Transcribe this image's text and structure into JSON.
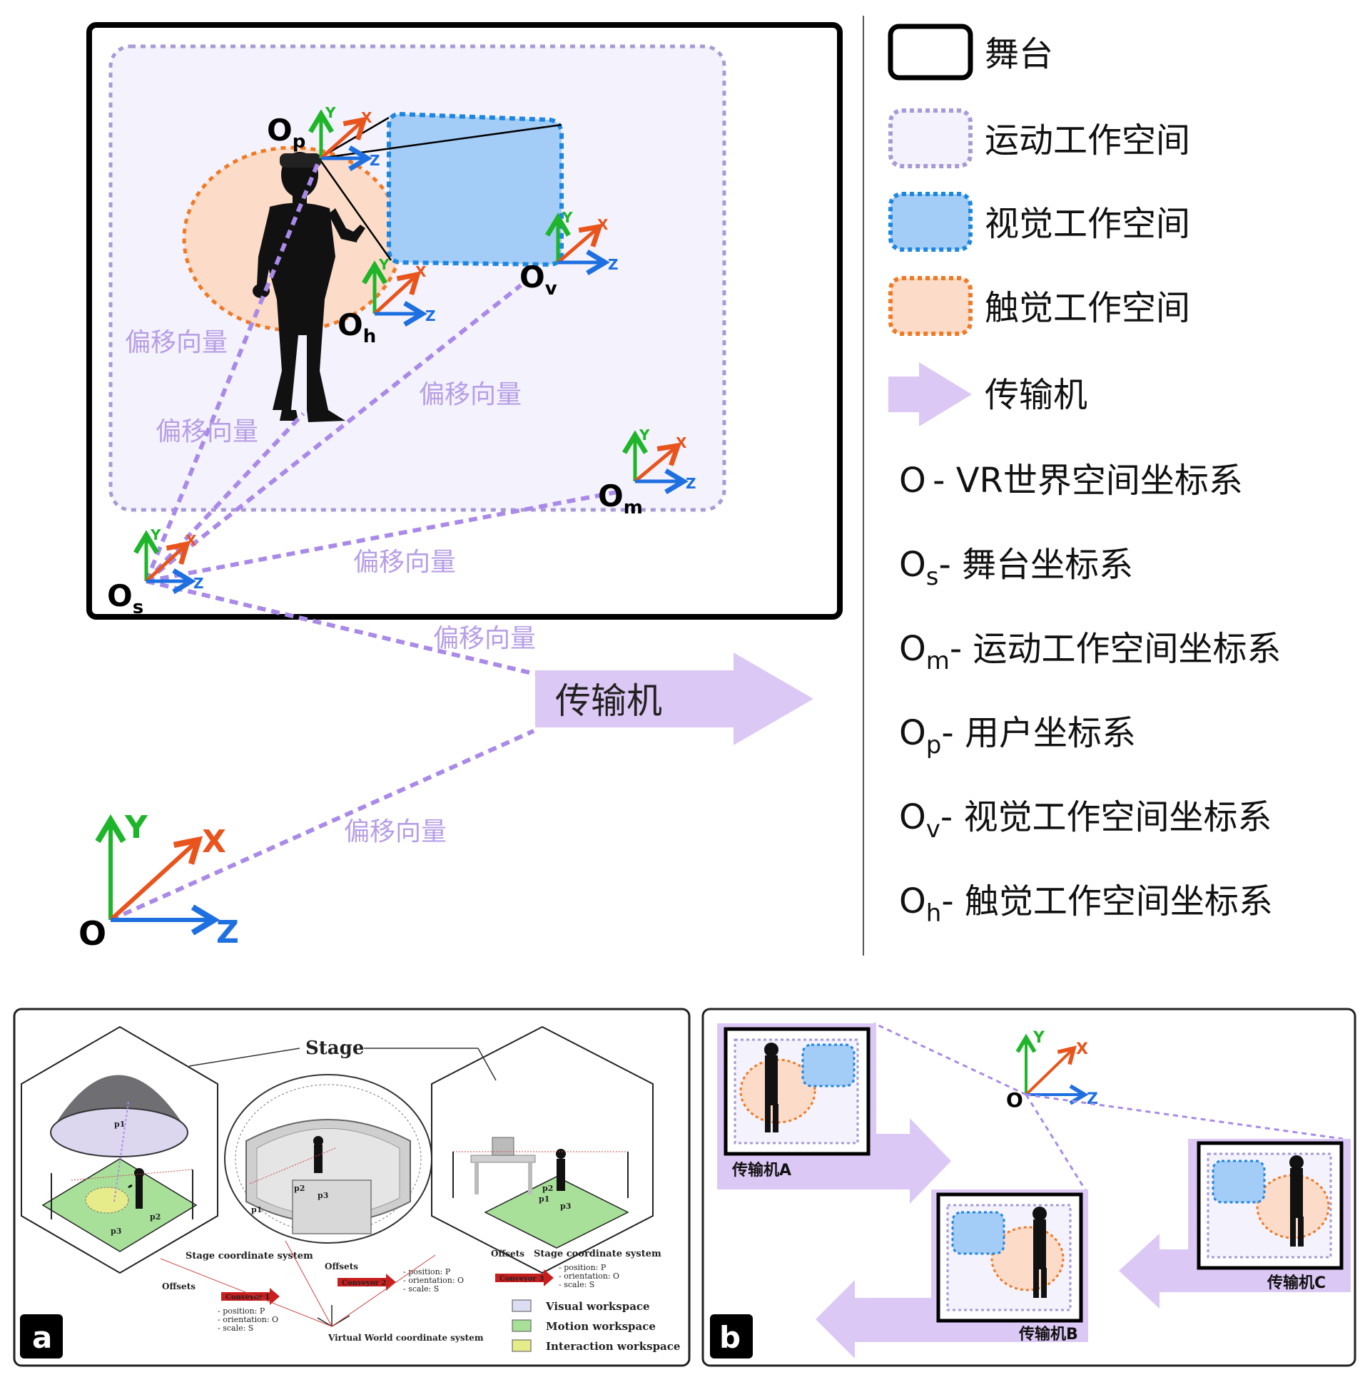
{
  "top_diagram": {
    "offset_label": "偏移向量",
    "conveyor_label": "传输机",
    "origins": {
      "world": "O",
      "stage": "Os",
      "user": "Op",
      "haptic": "Oh",
      "visual": "Ov",
      "motion": "Om"
    },
    "axes": {
      "x": "X",
      "y": "Y",
      "z": "Z"
    }
  },
  "legend": {
    "items": [
      {
        "label": "舞台",
        "kind": "stage"
      },
      {
        "label": "运动工作空间",
        "kind": "motion"
      },
      {
        "label": "视觉工作空间",
        "kind": "visual"
      },
      {
        "label": "触觉工作空间",
        "kind": "haptic"
      },
      {
        "label": "传输机",
        "kind": "conveyor"
      }
    ],
    "coords": [
      {
        "sym": "O",
        "sub": "",
        "text": "- VR世界空间坐标系"
      },
      {
        "sym": "O",
        "sub": "s",
        "text": "- 舞台坐标系"
      },
      {
        "sym": "O",
        "sub": "m",
        "text": "- 运动工作空间坐标系"
      },
      {
        "sym": "O",
        "sub": "p",
        "text": "- 用户坐标系"
      },
      {
        "sym": "O",
        "sub": "v",
        "text": "- 视觉工作空间坐标系"
      },
      {
        "sym": "O",
        "sub": "h",
        "text": "- 触觉工作空间坐标系"
      }
    ]
  },
  "panel_a": {
    "tag": "a",
    "stage_title": "Stage",
    "stage_coordinate_system": "Stage coordinate system",
    "offsets": "Offsets",
    "conveyors": [
      "Conveyor 1",
      "Conveyor 2",
      "Conveyor 3"
    ],
    "conveyor_props": [
      "- position: P",
      "- orientation: O",
      "- scale: S"
    ],
    "virtual_world": "Virtual World coordinate system",
    "point_labels": [
      "p1",
      "p2",
      "p3"
    ],
    "legend": [
      "Visual workspace",
      "Motion workspace",
      "Interaction workspace"
    ],
    "legend_colors": [
      "#dcdcf2",
      "#a8e09a",
      "#e7ec8a"
    ]
  },
  "panel_b": {
    "tag": "b",
    "origin": "O",
    "conveyors": [
      "传输机A",
      "传输机B",
      "传输机C"
    ]
  },
  "colors": {
    "x_axis": "#e8541c",
    "y_axis": "#1fb52a",
    "z_axis": "#1e6fe0",
    "offset_line": "#a98ae8",
    "motion_fill": "#f4f2fc",
    "motion_border": "#a99ad6",
    "visual_fill": "#a3ccf6",
    "visual_border": "#1e86e0",
    "haptic_fill": "#fcdcc8",
    "haptic_border": "#ef7a26",
    "conveyor": "#dcc8f5"
  }
}
